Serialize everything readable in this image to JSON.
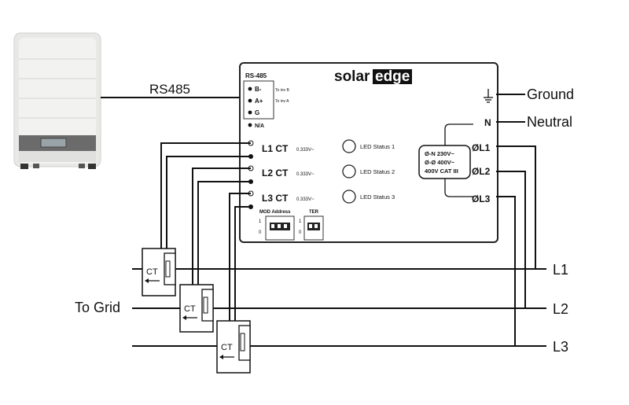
{
  "external_labels": {
    "rs485": "RS485",
    "ground": "Ground",
    "neutral": "Neutral",
    "to_grid": "To Grid",
    "l1": "L1",
    "l2": "L2",
    "l3": "L3"
  },
  "meter": {
    "brand_a": "solar",
    "brand_b": "edge",
    "rs485_header": "RS-485",
    "terminals": {
      "b": "B-",
      "a": "A+",
      "g": "G",
      "na": "N/A",
      "to_inv_b": "To inv B",
      "to_inv_a": "To inv A"
    },
    "ct_inputs": [
      {
        "label": "L1 CT",
        "rating": "0.333V~"
      },
      {
        "label": "L2 CT",
        "rating": "0.333V~"
      },
      {
        "label": "L3 CT",
        "rating": "0.333V~"
      }
    ],
    "leds": [
      {
        "label": "LED Status 1"
      },
      {
        "label": "LED Status 2"
      },
      {
        "label": "LED Status 3"
      }
    ],
    "mod_address": "MOD Address",
    "ter": "TER",
    "dip_one": "1",
    "dip_zero": "0",
    "ground_terminal": "⏚",
    "neutral_terminal": "N",
    "phase_terminals": [
      "ØL1",
      "ØL2",
      "ØL3"
    ],
    "rating_box": [
      "Ø-N 230V~",
      "Ø-Ø 400V~",
      "400V CAT III"
    ]
  },
  "ct_clamp_label": "CT",
  "colors": {
    "wire": "#111111",
    "inverter_body": "#eeeeec",
    "inverter_band": "#6b6b6b",
    "meter_border": "#222222"
  },
  "icons": [
    "inverter-icon",
    "ground-icon",
    "ct-clamp-icon",
    "arrow-left-icon"
  ]
}
